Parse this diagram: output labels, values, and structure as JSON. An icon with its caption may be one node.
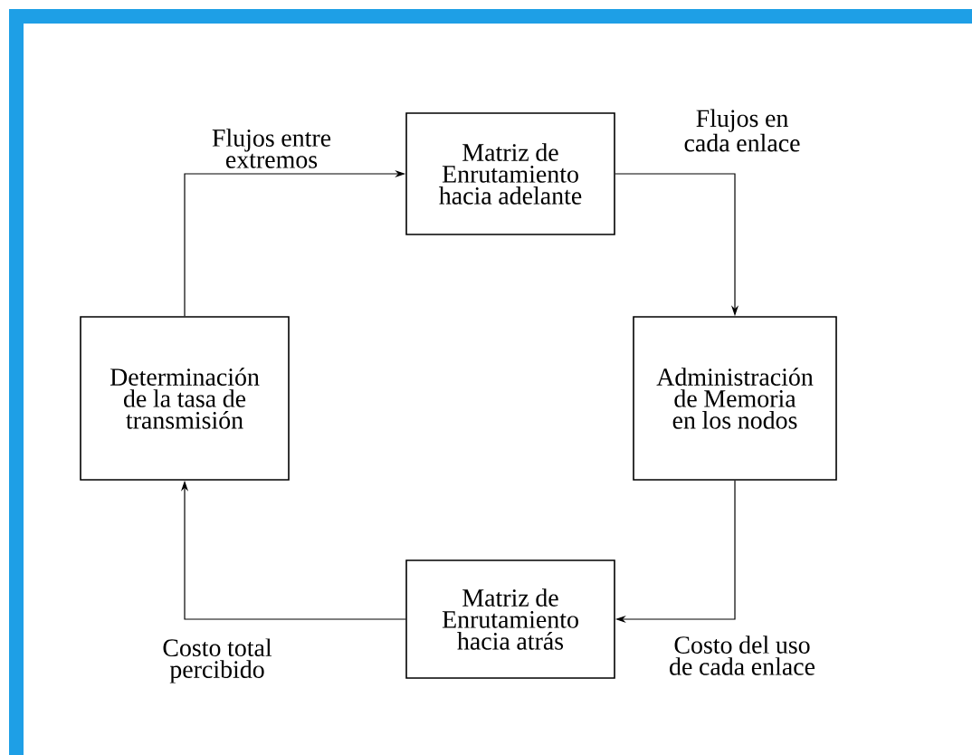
{
  "diagram": {
    "nodes": [
      {
        "text": [
          "Matriz de Enrutamiento hacia adelante"
        ]
      },
      {
        "text": [
          "Administración de Memoria en los nodos"
        ]
      },
      {
        "text": [
          "Matriz de Enrutamiento hacia atrás"
        ]
      },
      {
        "text": [
          "Determinación de la tasa de transmisión"
        ]
      }
    ],
    "edges": [
      {
        "from": 3,
        "to": 0,
        "arrow": "to",
        "label": "Flujos entre extremos"
      },
      {
        "from": 0,
        "to": 1,
        "arrow": "to",
        "label": "Flujos en cada enlace"
      },
      {
        "from": 1,
        "to": 2,
        "arrow": "to",
        "label": "Costo del uso de cada enlace"
      },
      {
        "from": 2,
        "to": 3,
        "arrow": "to",
        "label": "Costo total percibido"
      }
    ]
  }
}
